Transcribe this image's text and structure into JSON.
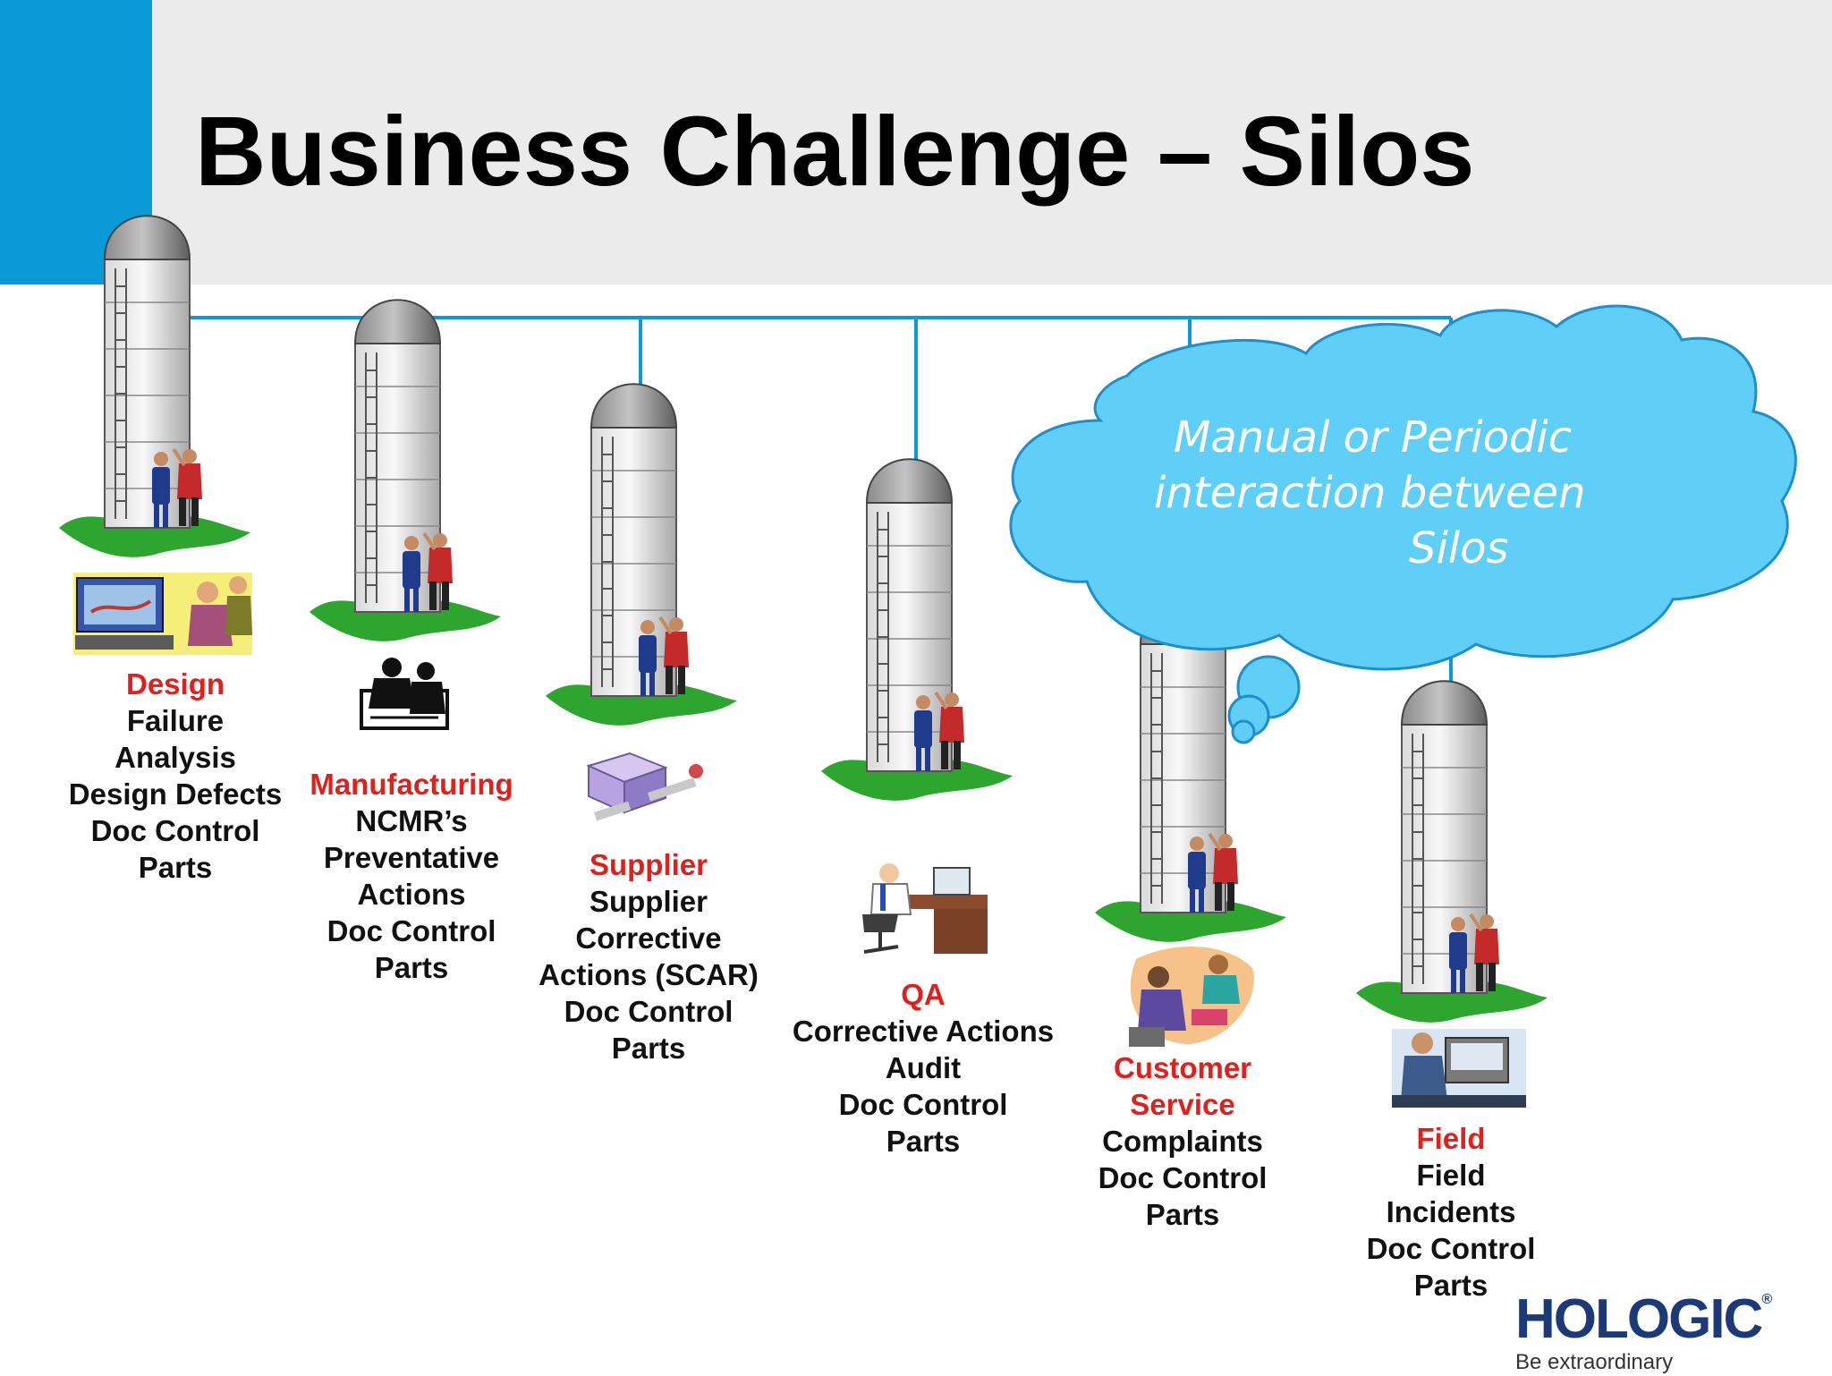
{
  "slide": {
    "title": "Business Challenge – Silos",
    "accent_color": "#0a9ad7",
    "header_bg_color": "#ebebeb",
    "department_color": "#e0201c",
    "connector_color": "#0a9ad7"
  },
  "cloud": {
    "lines": [
      "Manual or Periodic",
      "interaction between",
      "Silos"
    ],
    "fill_color": "#5fcff8"
  },
  "silos": [
    {
      "department": "Design",
      "items": [
        "Failure",
        "Analysis",
        "Design Defects",
        "Doc Control",
        "Parts"
      ],
      "icon": "design-workstation-clipart"
    },
    {
      "department": "Manufacturing",
      "items": [
        "NCMR’s",
        "Preventative",
        "Actions",
        "Doc Control",
        "Parts"
      ],
      "icon": "manufacturing-workers-clipart"
    },
    {
      "department": "Supplier",
      "items": [
        "Supplier",
        "Corrective",
        "Actions (SCAR)",
        "Doc Control",
        "Parts"
      ],
      "icon": "supplier-boxes-clipart"
    },
    {
      "department": "QA",
      "items": [
        "Corrective Actions",
        "Audit",
        "Doc Control",
        "Parts"
      ],
      "icon": "qa-desk-clipart"
    },
    {
      "department": "Customer",
      "department2": "Service",
      "items": [
        "Complaints",
        "Doc Control",
        "Parts"
      ],
      "icon": "customer-service-clipart"
    },
    {
      "department": "Field",
      "items": [
        "Field",
        "Incidents",
        "Doc Control",
        "Parts"
      ],
      "icon": "field-technician-clipart"
    }
  ],
  "logo": {
    "name": "HOLOGIC",
    "mark": "®",
    "tagline": "Be extraordinary"
  }
}
